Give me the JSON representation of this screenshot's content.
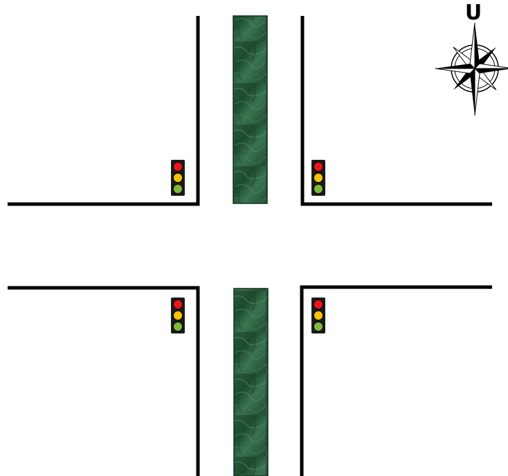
{
  "colors": {
    "background": "#ffffff",
    "curb": "#000000",
    "median_dark": "#1f4a30",
    "median_light": "#3f7a55",
    "light_housing": "#1a1a1a",
    "light_red": "#e8161c",
    "light_yellow": "#f5c400",
    "light_green": "#7fb83a"
  },
  "compass": {
    "north_label": "U",
    "icon": "compass-rose-icon"
  },
  "traffic_lights": [
    {
      "name": "traffic-light-northwest",
      "icon": "traffic-light-icon"
    },
    {
      "name": "traffic-light-northeast",
      "icon": "traffic-light-icon"
    },
    {
      "name": "traffic-light-southwest",
      "icon": "traffic-light-icon"
    },
    {
      "name": "traffic-light-southeast",
      "icon": "traffic-light-icon"
    }
  ]
}
